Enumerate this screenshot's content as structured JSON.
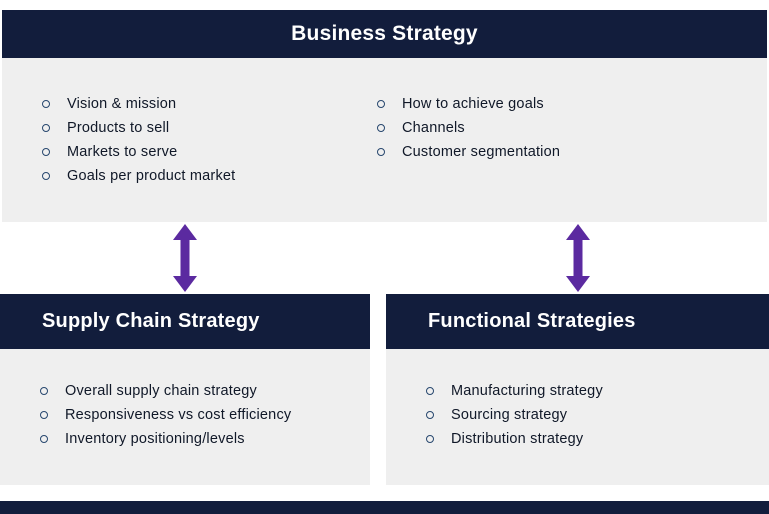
{
  "colors": {
    "navy": "#121d3c",
    "panel_gray": "#efefef",
    "arrow_purple": "#5b2aa0",
    "bullet_outline": "#27476e"
  },
  "icons": {
    "bullet": "circle-outline",
    "arrow": "double-headed-vertical-arrow"
  },
  "business": {
    "title": "Business Strategy",
    "left_items": [
      "Vision & mission",
      "Products to sell",
      "Markets to serve",
      "Goals per product market"
    ],
    "right_items": [
      "How to achieve goals",
      "Channels",
      "Customer segmentation"
    ]
  },
  "supply_chain": {
    "title": "Supply Chain Strategy",
    "items": [
      "Overall supply chain strategy",
      "Responsiveness vs cost efficiency",
      "Inventory positioning/levels"
    ]
  },
  "functional": {
    "title": "Functional Strategies",
    "items": [
      "Manufacturing strategy",
      "Sourcing strategy",
      "Distribution strategy"
    ]
  }
}
